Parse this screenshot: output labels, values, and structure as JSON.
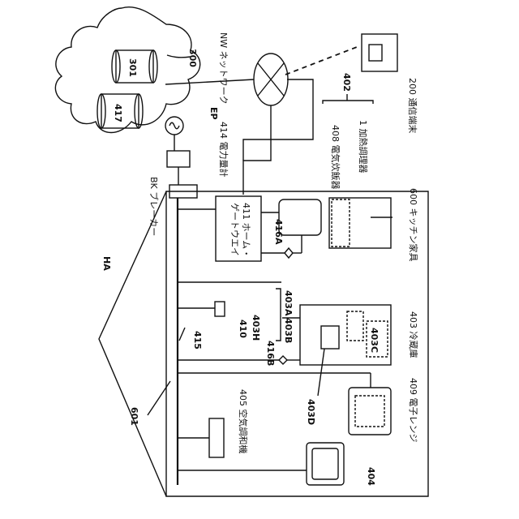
{
  "labels": {
    "cloud_ref": "300",
    "server_301": "301",
    "server_417": "417",
    "network_name": "NW ネットワーク",
    "link_ref": "402",
    "terminal_name": "200 通信端末",
    "meter_symbol": "EP",
    "meter_name": "414 電力量計",
    "breaker_name": "BK ブレーカー",
    "house_tag": "HA",
    "gateway_line1": "411 ホーム・",
    "gateway_line2": "ゲートウエイ",
    "rice_cooker": "408 電気炊飯器",
    "heating_cooker": "1 加熱調理器",
    "kitchen_furniture": "600 キッチン家具",
    "adapter_a": "416A",
    "adapter_b": "416B",
    "sensor": "410",
    "bus_line": "415",
    "fridge_h": "403H",
    "fridge_a": "403A",
    "fridge_b": "403B",
    "fridge_c": "403C",
    "fridge_d": "403D",
    "fridge_name": "403 冷蔵庫",
    "microwave_name": "409 電子レンジ",
    "ac_name": "405 空気調和機",
    "house_ref": "601",
    "tv_ref": "404"
  }
}
